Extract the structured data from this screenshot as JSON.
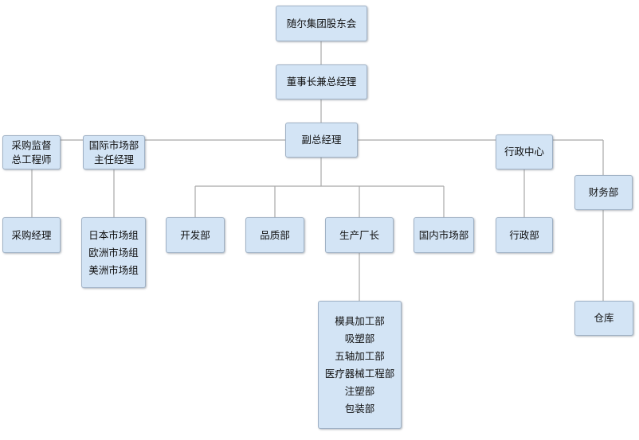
{
  "nodes": {
    "shareholders": [
      "随尔集团股东会"
    ],
    "chairman": [
      "董事长兼总经理"
    ],
    "vice_gm": [
      "副总经理"
    ],
    "procurement_chief": [
      "采购监督",
      "总工程师"
    ],
    "intl_market": [
      "国际市场部",
      "主任经理"
    ],
    "admin_center": [
      "行政中心"
    ],
    "finance": [
      "财务部"
    ],
    "procurement_mgr": [
      "采购经理"
    ],
    "intl_groups": [
      "日本市场组",
      "欧洲市场组",
      "美洲市场组"
    ],
    "development": [
      "开发部"
    ],
    "quality": [
      "品质部"
    ],
    "factory_mgr": [
      "生产厂长"
    ],
    "domestic_market": [
      "国内市场部"
    ],
    "admin_dept": [
      "行政部"
    ],
    "warehouse": [
      "仓库"
    ],
    "production_units": [
      "模具加工部",
      "吸塑部",
      "五轴加工部",
      "医疗器械工程部",
      "注塑部",
      "包装部"
    ]
  },
  "colors": {
    "node_fill": "#d3e4f5",
    "node_border": "#9fb1c5",
    "connector": "#a8a8a8"
  }
}
